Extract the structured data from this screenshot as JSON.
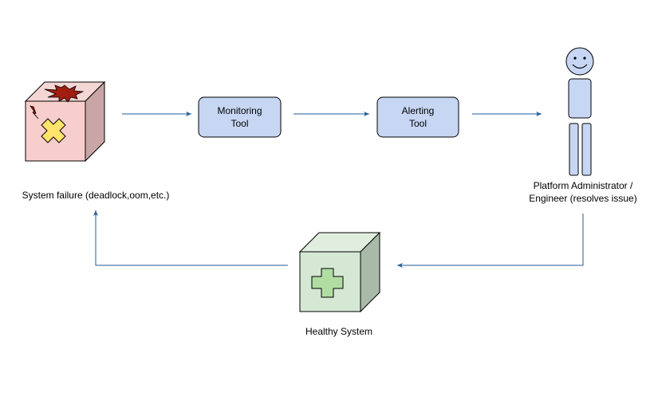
{
  "nodes": {
    "system_failure": {
      "label": "System failure (deadlock,oom,etc.)"
    },
    "monitoring_tool": {
      "line1": "Monitoring",
      "line2": "Tool"
    },
    "alerting_tool": {
      "line1": "Alerting",
      "line2": "Tool"
    },
    "administrator": {
      "line1": "Platform Administrator /",
      "line2": "Engineer (resolves issue)"
    },
    "healthy_system": {
      "label": "Healthy System"
    }
  },
  "edges": [
    {
      "from": "system_failure",
      "to": "monitoring_tool"
    },
    {
      "from": "monitoring_tool",
      "to": "alerting_tool"
    },
    {
      "from": "alerting_tool",
      "to": "administrator"
    },
    {
      "from": "administrator",
      "to": "healthy_system"
    },
    {
      "from": "healthy_system",
      "to": "system_failure"
    }
  ],
  "colors": {
    "failure_front": "#f8cecc",
    "failure_side": "#c9a5a5",
    "failure_top": "#f4d6d5",
    "failure_cross": "#ffe36b",
    "explosion": "#a01e10",
    "healthy_front": "#d5e8d4",
    "healthy_side": "#aabaa9",
    "healthy_top": "#e1eedf",
    "healthy_plus": "#b1dda3",
    "tool_fill": "#c6d6f3",
    "actor_fill": "#c6d6f3",
    "connector": "#1f5c99",
    "stroke": "#000000"
  },
  "icons": {
    "failure_cube": "broken-cube-icon",
    "healthy_cube": "healthy-cube-icon",
    "actor": "stick-figure-icon"
  }
}
